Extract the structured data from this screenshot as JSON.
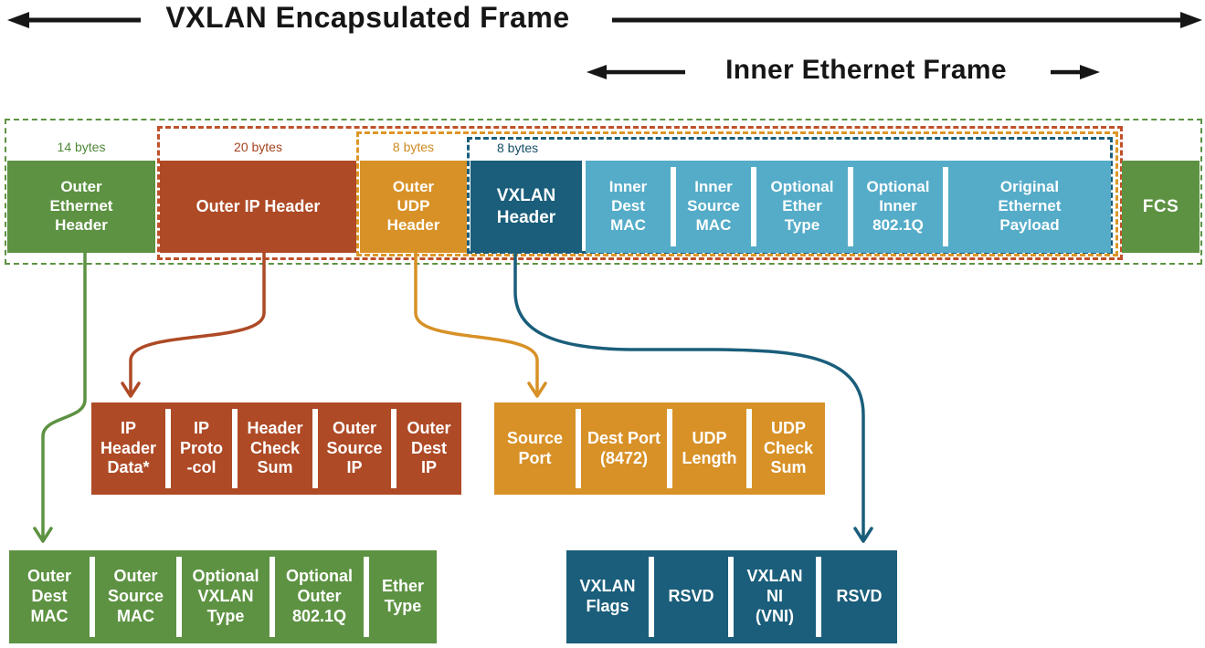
{
  "header": {
    "main_title": "VXLAN Encapsulated Frame",
    "inner_title": "Inner Ethernet Frame"
  },
  "palette": {
    "green": "#5d9242",
    "red": "#ae4a26",
    "orange": "#d89127",
    "teal": "#1a5e7b",
    "light_blue": "#55acc8",
    "title_black": "#161616"
  },
  "frame": {
    "byte_labels": {
      "ethernet": "14 bytes",
      "ip": "20 bytes",
      "udp": "8 bytes",
      "vxlan": "8 bytes"
    },
    "blocks": {
      "outer_ethernet": "Outer\nEthernet\nHeader",
      "outer_ip": "Outer IP Header",
      "outer_udp": "Outer\nUDP\nHeader",
      "vxlan": "VXLAN\nHeader",
      "inner_dest_mac": "Inner\nDest\nMAC",
      "inner_source_mac": "Inner\nSource\nMAC",
      "optional_ether_type": "Optional\nEther\nType",
      "optional_inner_8021q": "Optional\nInner\n802.1Q",
      "original_payload": "Original\nEthernet\nPayload",
      "fcs": "FCS"
    }
  },
  "details": {
    "ip": [
      "IP\nHeader\nData*",
      "IP\nProto\n-col",
      "Header\nCheck\nSum",
      "Outer\nSource\nIP",
      "Outer\nDest\nIP"
    ],
    "udp": [
      "Source\nPort",
      "Dest Port\n(8472)",
      "UDP\nLength",
      "UDP\nCheck\nSum"
    ],
    "ethernet": [
      "Outer\nDest\nMAC",
      "Outer\nSource\nMAC",
      "Optional\nVXLAN\nType",
      "Optional\nOuter\n802.1Q",
      "Ether\nType"
    ],
    "vxlan": [
      "VXLAN\nFlags",
      "RSVD",
      "VXLAN\nNI\n(VNI)",
      "RSVD"
    ]
  }
}
